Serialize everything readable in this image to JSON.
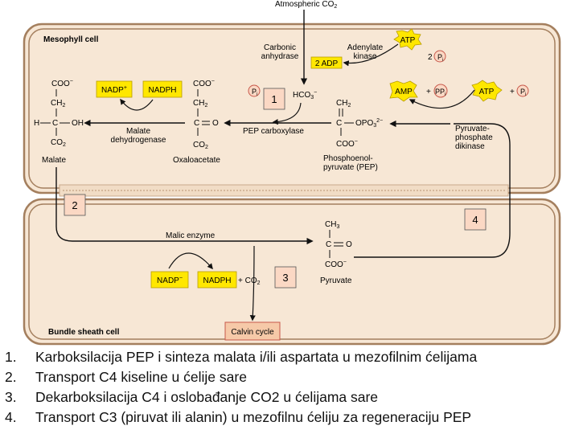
{
  "diagram": {
    "atmospheric": "Atmospheric CO",
    "atmospheric_sub": "2",
    "mesophyll_cell": "Mesophyll cell",
    "bundle_sheath_cell": "Bundle sheath cell",
    "carbonic_anhydrase": [
      "Carbonic",
      "anhydrase"
    ],
    "adenylate_kinase": [
      "Adenylate",
      "kinase"
    ],
    "atp": "ATP",
    "two_adp": "2 ADP",
    "two_pi": "2",
    "amp": "AMP",
    "ppi": "PP",
    "pi": "P",
    "pi_sub": "i",
    "plus": "+",
    "hco3": "HCO",
    "hco3_sub": "3",
    "hco3_sup": "−",
    "pep_carboxylase": "PEP carboxylase",
    "malate_dehydrogenase": [
      "Malate",
      "dehydrogenase"
    ],
    "pyruvate_phosphate_dikinase": [
      "Pyruvate-",
      "phosphate",
      "dikinase"
    ],
    "nadp_plus": "NADP",
    "nadp_plus_sup": "+",
    "nadph": "NADPH",
    "coo": "COO",
    "coo_sup": "−",
    "ch2": "CH",
    "ch2_sub": "2",
    "ch3": "CH",
    "ch3_sub": "3",
    "c": "C",
    "h": "H",
    "oh": "OH",
    "o": "O",
    "co2": "CO",
    "co2_sub": "2",
    "opo3": "OPO",
    "opo3_sub": "3",
    "opo3_sup": "2−",
    "malate": "Malate",
    "oxaloacetate": "Oxaloacetate",
    "pep_label": [
      "Phosphoenol-",
      "pyruvate (PEP)"
    ],
    "malic_enzyme": "Malic enzyme",
    "nadp_minus": "NADP",
    "nadp_minus_sup": "−",
    "plus_co2": "+ CO",
    "pyruvate": "Pyruvate",
    "calvin_cycle": "Calvin cycle",
    "step_1": "1",
    "step_2": "2",
    "step_3": "3",
    "step_4": "4"
  },
  "legend": [
    {
      "num": "1.",
      "text": "Karboksilacija PEP i sinteza malata i/ili aspartata u mezofilnim ćelijama"
    },
    {
      "num": "2.",
      "text": "Transport C4 kiseline u ćelije sare"
    },
    {
      "num": "3.",
      "text": "Dekarboksilacija C4 i oslobađanje CO2 u ćelijama sare"
    },
    {
      "num": "4.",
      "text": "Transport C3 (piruvat ili alanin) u mezofilnu ćeliju za regeneraciju PEP"
    }
  ],
  "colors": {
    "cell_fill": "#f7e7d5",
    "cell_border": "#a47f5e",
    "yellow_box": "#ffe700",
    "calvin_fill": "#f6c9a8",
    "number_box": "#fbd8c4"
  }
}
